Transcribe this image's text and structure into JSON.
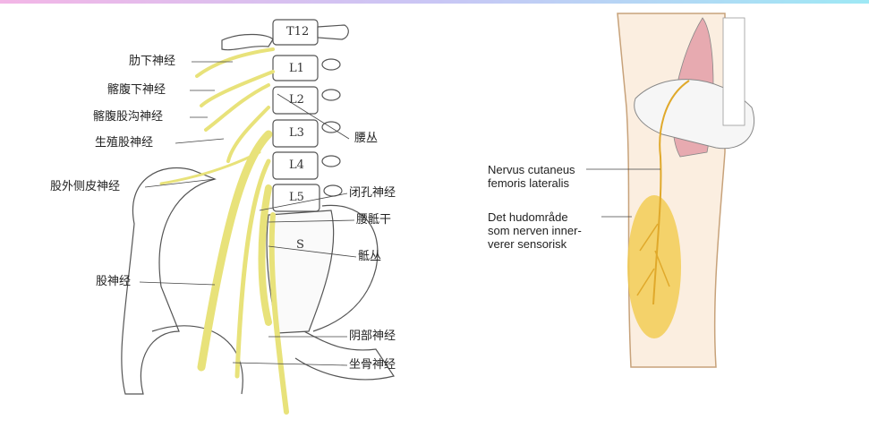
{
  "left_diagram": {
    "vertebrae": [
      "T12",
      "L1",
      "L2",
      "L3",
      "L4",
      "L5",
      "S"
    ],
    "labels_left": [
      "肋下神经",
      "髂腹下神经",
      "髂腹股沟神经",
      "生殖股神经",
      "股外侧皮神经",
      "股神经"
    ],
    "labels_right": [
      "腰丛",
      "闭孔神经",
      "腰骶干",
      "骶丛",
      "阴部神经",
      "坐骨神经"
    ]
  },
  "right_diagram": {
    "nerve_label": [
      "Nervus cutaneus",
      "femoris lateralis"
    ],
    "area_label": [
      "Det hudområde",
      "som nerven inner-",
      "verer sensorisk"
    ]
  },
  "colors": {
    "nerve": "#e8e27a",
    "skin_area": "#f2cc55",
    "skin": "#fbeee0",
    "muscle": "#e7aab0"
  }
}
